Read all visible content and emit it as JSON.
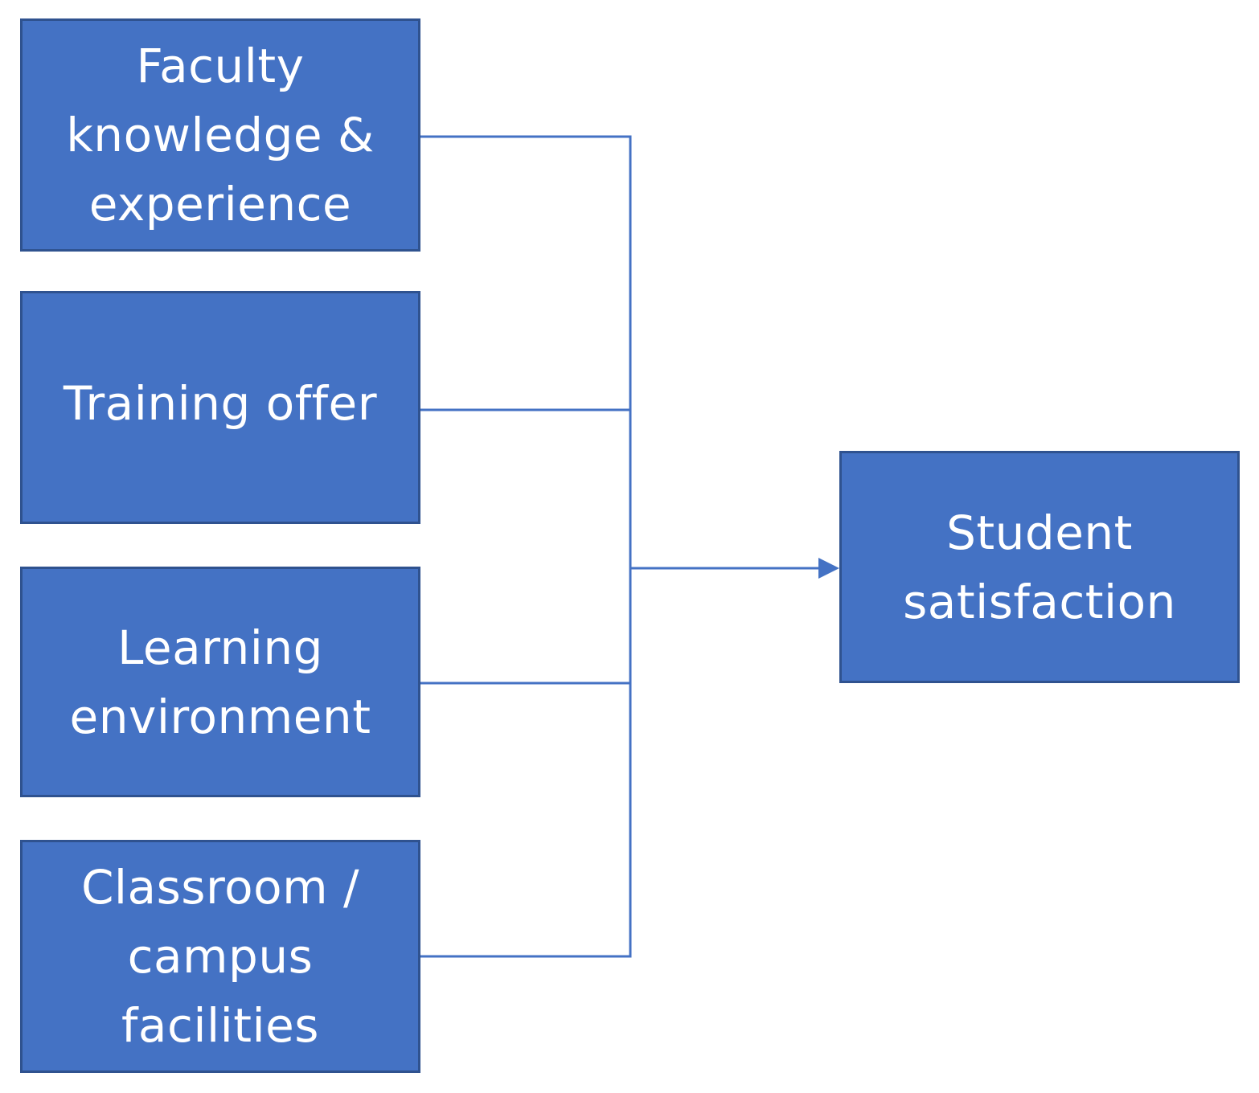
{
  "diagram": {
    "inputs": [
      {
        "id": "faculty",
        "lines": [
          "Faculty",
          "knowledge &",
          "experience"
        ]
      },
      {
        "id": "training",
        "lines": [
          "Training offer"
        ]
      },
      {
        "id": "learning",
        "lines": [
          "Learning",
          "environment"
        ]
      },
      {
        "id": "classroom",
        "lines": [
          "Classroom /",
          "campus",
          "facilities"
        ]
      }
    ],
    "output": {
      "id": "student",
      "lines": [
        "Student",
        "satisfaction"
      ]
    },
    "colors": {
      "box_fill": "#4472c4",
      "box_border": "#2f528f",
      "connector": "#4472c4",
      "text": "#ffffff"
    }
  }
}
